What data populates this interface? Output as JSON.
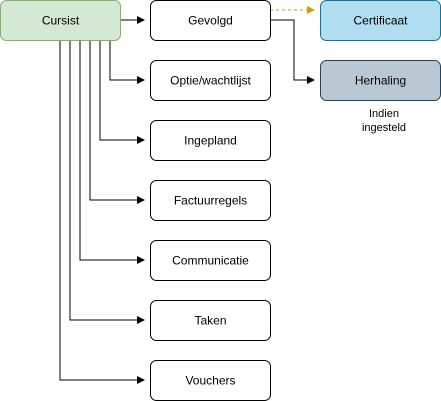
{
  "nodes": {
    "cursist": {
      "label": "Cursist"
    },
    "gevolgd": {
      "label": "Gevolgd"
    },
    "optie": {
      "label": "Optie/wachtlijst"
    },
    "ingepland": {
      "label": "Ingepland"
    },
    "factuurregels": {
      "label": "Factuurregels"
    },
    "communicatie": {
      "label": "Communicatie"
    },
    "taken": {
      "label": "Taken"
    },
    "vouchers": {
      "label": "Vouchers"
    },
    "certificaat": {
      "label": "Certificaat"
    },
    "herhaling": {
      "label": "Herhaling"
    }
  },
  "note": {
    "line1": "Indien",
    "line2": "ingesteld"
  },
  "colors": {
    "cursist_fill": "#d5e8d4",
    "cursist_stroke": "#82b366",
    "certificaat_fill": "#b1ddf0",
    "certificaat_stroke": "#10739e",
    "herhaling_fill": "#bac8d3",
    "herhaling_stroke": "#23445d",
    "dashed_edge": "#d79b00",
    "edge": "#000000"
  },
  "edges": [
    {
      "from": "cursist",
      "to": "gevolgd",
      "style": "solid"
    },
    {
      "from": "cursist",
      "to": "optie",
      "style": "solid"
    },
    {
      "from": "cursist",
      "to": "ingepland",
      "style": "solid"
    },
    {
      "from": "cursist",
      "to": "factuurregels",
      "style": "solid"
    },
    {
      "from": "cursist",
      "to": "communicatie",
      "style": "solid"
    },
    {
      "from": "cursist",
      "to": "taken",
      "style": "solid"
    },
    {
      "from": "cursist",
      "to": "vouchers",
      "style": "solid"
    },
    {
      "from": "gevolgd",
      "to": "certificaat",
      "style": "dashed"
    },
    {
      "from": "gevolgd",
      "to": "herhaling",
      "style": "solid"
    }
  ]
}
